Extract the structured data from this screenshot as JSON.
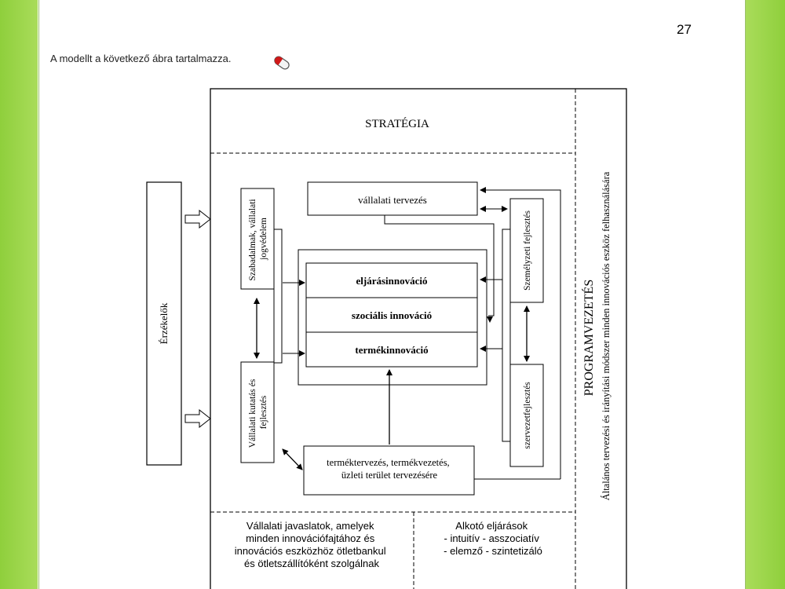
{
  "page_number": "27",
  "caption": "A modellt a következő ábra tartalmazza.",
  "diagram": {
    "strategy": "STRATÉGIA",
    "sensors": "Érzékelők",
    "patents": [
      "Szabadalmak, vállalati",
      "jogvédelem"
    ],
    "research": [
      "Vállalati kutatás és",
      "fejlesztés"
    ],
    "corporate_planning": "vállalati tervezés",
    "process_innovation": "eljárásinnováció",
    "social_innovation": "szociális innováció",
    "product_innovation": "termékinnováció",
    "product_planning": [
      "terméktervezés, termékvezetés,",
      "üzleti terület tervezésére"
    ],
    "staff_development": "Személyzeti fejlesztés",
    "org_development": "szervezetfejlesztés",
    "program_management": "PROGRAMVEZETÉS",
    "program_desc": [
      "Általános tervezési és irányítási módszer minden innovációs eszköz felhasználására"
    ],
    "proposals": [
      "Vállalati javaslatok, amelyek",
      "minden innovációfajtához és",
      "innovációs eszközhöz ötletbankul",
      "és ötletszállítóként szolgálnak"
    ],
    "creative": [
      "Alkotó eljárások",
      "- intuitív - asszociatív",
      "- elemző - szintetizáló"
    ]
  }
}
